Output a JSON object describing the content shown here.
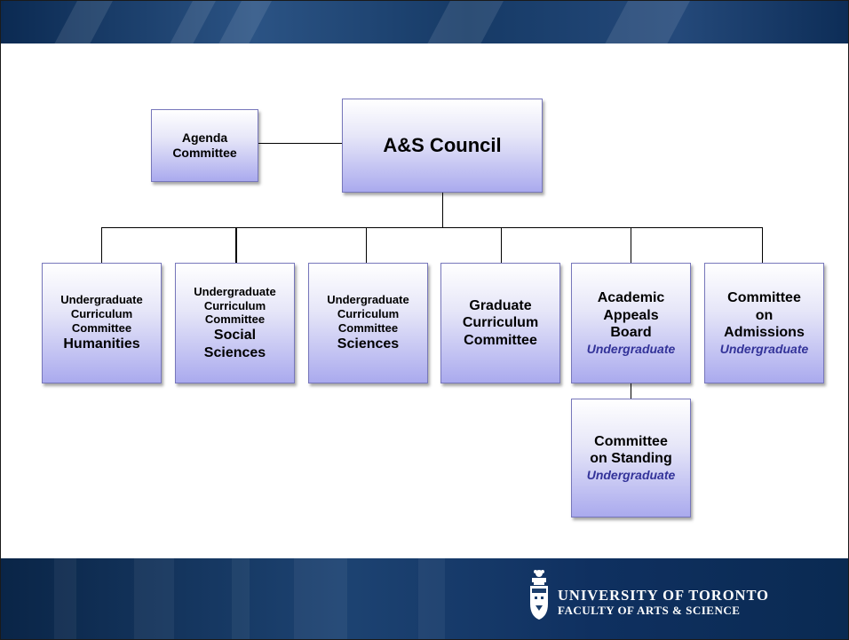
{
  "org_chart": {
    "council": "A&S Council",
    "agenda": [
      "Agenda",
      "Committee"
    ],
    "committees": [
      [
        "Undergraduate",
        "Curriculum",
        "Committee",
        "Humanities"
      ],
      [
        "Undergraduate",
        "Curriculum",
        "Committee",
        "Social",
        "Sciences"
      ],
      [
        "Undergraduate",
        "Curriculum",
        "Committee",
        "Sciences"
      ],
      [
        "Graduate",
        "Curriculum",
        "Committee"
      ],
      [
        "Academic",
        "Appeals",
        "Board",
        "Undergraduate"
      ],
      [
        "Committee",
        "on",
        "Admissions",
        "Undergraduate"
      ]
    ],
    "standing": [
      "Committee",
      "on Standing",
      "Undergraduate"
    ]
  },
  "footer": {
    "university": "UNIVERSITY OF TORONTO",
    "faculty": "FACULTY OF ARTS & SCIENCE"
  },
  "colors": {
    "banner": "#163a66",
    "box_fill_bottom": "#aaaaee",
    "italic_text": "#333399"
  }
}
